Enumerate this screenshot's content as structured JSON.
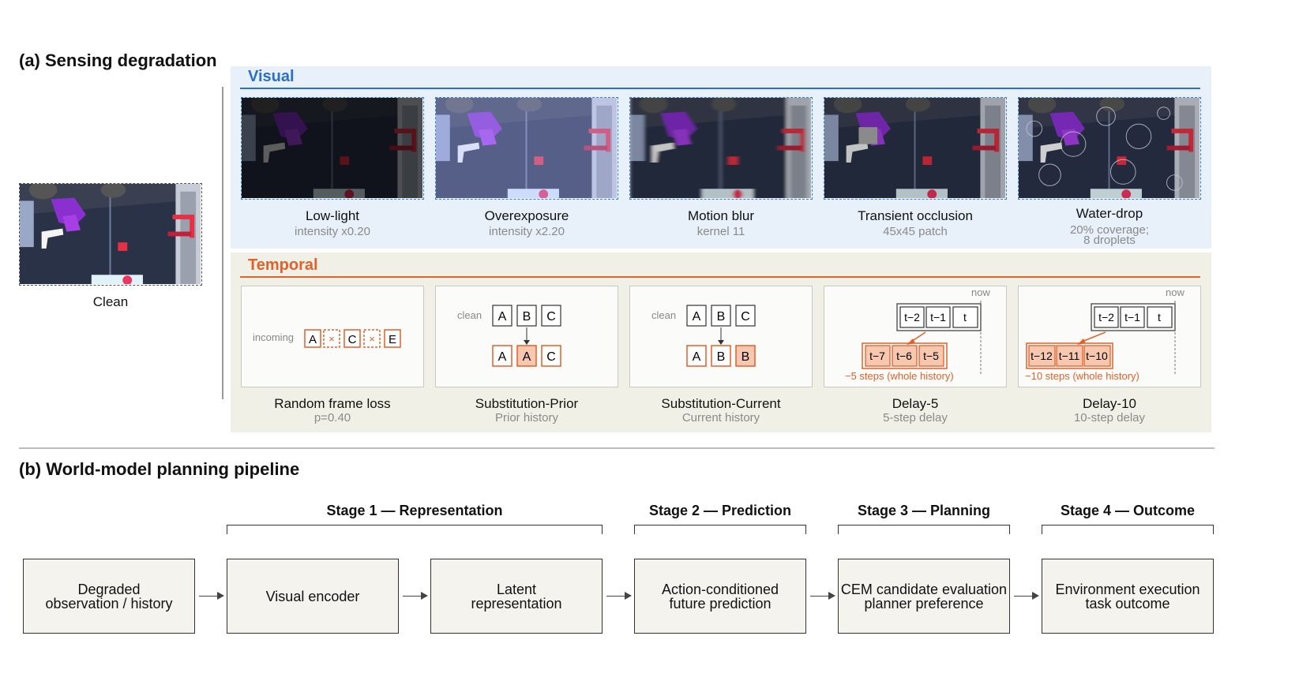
{
  "section_a": {
    "title": "(a) Sensing degradation"
  },
  "clean": {
    "label": "Clean"
  },
  "visual": {
    "title": "Visual",
    "items": [
      {
        "name": "Low-light",
        "param": "intensity x0.20"
      },
      {
        "name": "Overexposure",
        "param": "intensity x2.20"
      },
      {
        "name": "Motion blur",
        "param": "kernel 11"
      },
      {
        "name": "Transient occlusion",
        "param": "45x45 patch"
      },
      {
        "name": "Water-drop",
        "param_line1": "20% coverage;",
        "param_line2": "8 droplets"
      }
    ]
  },
  "temporal": {
    "title": "Temporal",
    "items": [
      {
        "name": "Random frame loss",
        "param": "p=0.40"
      },
      {
        "name": "Substitution-Prior",
        "param": "Prior history"
      },
      {
        "name": "Substitution-Current",
        "param": "Current history"
      },
      {
        "name": "Delay-5",
        "param": "5-step delay"
      },
      {
        "name": "Delay-10",
        "param": "10-step delay"
      }
    ],
    "frame_loss": {
      "label": "incoming",
      "frames": [
        "A",
        "×",
        "C",
        "×",
        "E"
      ]
    },
    "sub_prior": {
      "label": "clean",
      "top": [
        "A",
        "B",
        "C"
      ],
      "bottom": [
        "A",
        "A",
        "C"
      ]
    },
    "sub_current": {
      "label": "clean",
      "top": [
        "A",
        "B",
        "C"
      ],
      "bottom": [
        "A",
        "B",
        "B"
      ]
    },
    "delay5": {
      "now": "now",
      "recent": [
        "t−2",
        "t−1",
        "t"
      ],
      "delayed": [
        "t−7",
        "t−6",
        "t−5"
      ],
      "note": "−5 steps (whole history)"
    },
    "delay10": {
      "now": "now",
      "recent": [
        "t−2",
        "t−1",
        "t"
      ],
      "delayed": [
        "t−12",
        "t−11",
        "t−10"
      ],
      "note": "−10 steps (whole history)"
    }
  },
  "section_b": {
    "title": "(b) World-model planning pipeline"
  },
  "pipeline": {
    "stages": [
      {
        "label": "Stage 1 — Representation"
      },
      {
        "label": "Stage 2 — Prediction"
      },
      {
        "label": "Stage 3 — Planning"
      },
      {
        "label": "Stage 4 — Outcome"
      }
    ],
    "boxes": [
      {
        "line1": "Degraded",
        "line2": "observation / history"
      },
      {
        "line1": "Visual encoder",
        "line2": ""
      },
      {
        "line1": "Latent",
        "line2": "representation"
      },
      {
        "line1": "Action-conditioned",
        "line2": "future prediction"
      },
      {
        "line1": "CEM candidate evaluation",
        "line2": "planner preference"
      },
      {
        "line1": "Environment execution",
        "line2": "task outcome"
      }
    ]
  },
  "colors": {
    "visual_bg": "#e8f0f9",
    "temporal_bg": "#f1f0e7",
    "blue": "#2a6fc9",
    "orange": "#e0612a"
  }
}
